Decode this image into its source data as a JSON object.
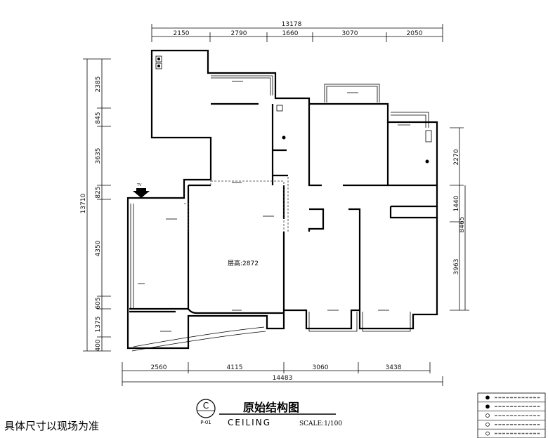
{
  "dimensions": {
    "top_total": "13178",
    "top_segments": [
      "2150",
      "2790",
      "1660",
      "3070",
      "2050"
    ],
    "bottom_total": "14483",
    "bottom_segments": [
      "2560",
      "4115",
      "3060",
      "3438"
    ],
    "left_total": "13710",
    "left_segments": [
      "2385",
      "845",
      "3635",
      "825",
      "4350",
      "605",
      "1375",
      "400"
    ],
    "right_total": "8465",
    "right_segments": [
      "2270",
      "1440",
      "3963"
    ]
  },
  "labels": {
    "ceiling_height": "层高:2872",
    "tv_marker": "TV"
  },
  "title_block": {
    "circle_letter": "C",
    "sheet_code": "P-01",
    "title_cn": "原始结构图",
    "title_en": "CEILING",
    "scale": "SCALE:1/100"
  },
  "note": "具体尺寸以现场为准",
  "legend_rows": 5
}
